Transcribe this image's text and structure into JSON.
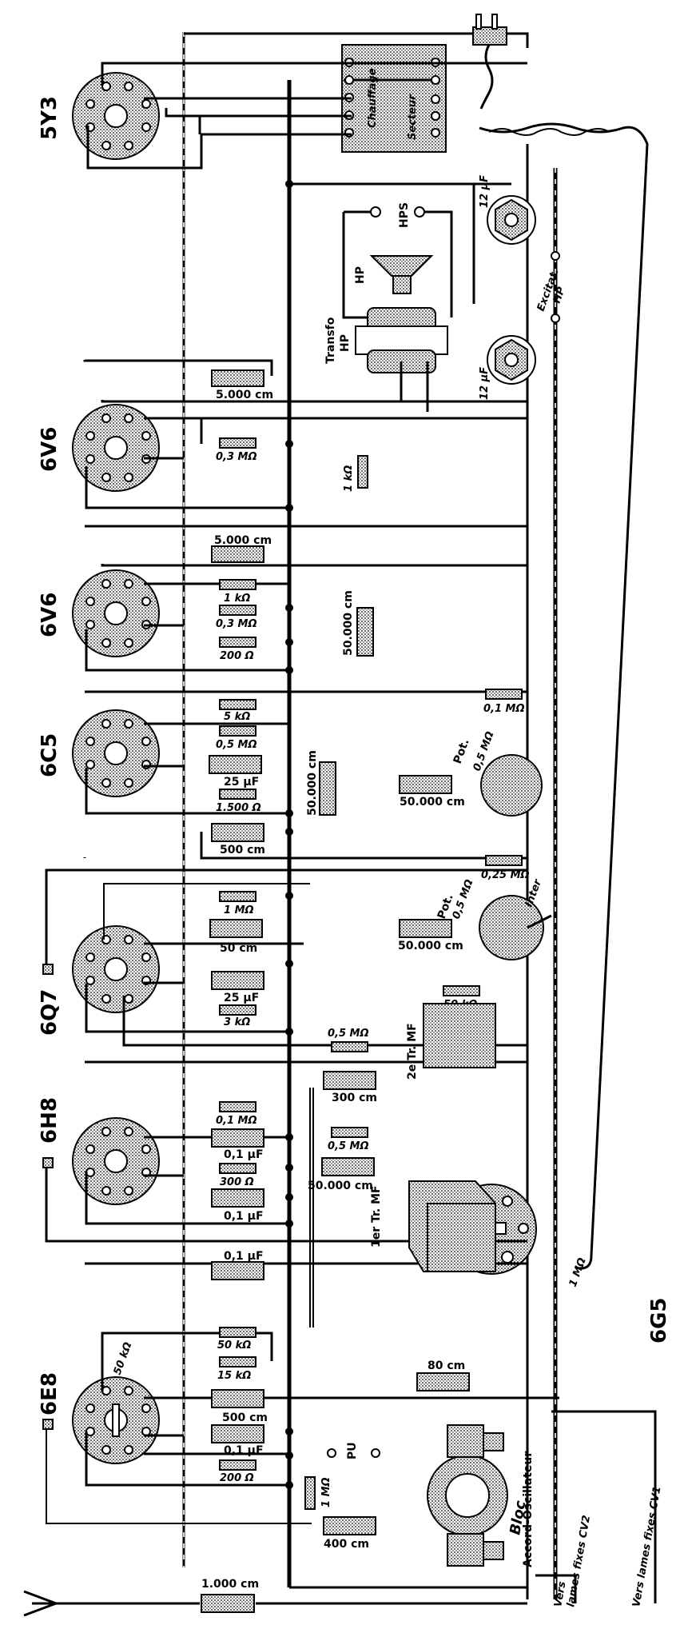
{
  "diagram": {
    "title": "Radio receiver wiring schematic (rotated)",
    "tubes": [
      {
        "id": "5Y3",
        "label": "5Y3"
      },
      {
        "id": "6V6a",
        "label": "6V6"
      },
      {
        "id": "6V6b",
        "label": "6V6"
      },
      {
        "id": "6C5",
        "label": "6C5"
      },
      {
        "id": "6Q7",
        "label": "6Q7"
      },
      {
        "id": "6H8",
        "label": "6H8"
      },
      {
        "id": "6E8",
        "label": "6E8"
      },
      {
        "id": "6G5",
        "label": "6G5"
      }
    ],
    "components": {
      "c_5000_a": "5.000 cm",
      "r_03M_a": "0,3 MΩ",
      "r_1k_a": "1 kΩ",
      "c_5000_b": "5.000 cm",
      "r_1k_b": "1 kΩ",
      "r_03M_b": "0,3 MΩ",
      "r_200_a": "200 Ω",
      "c_50000_a": "50.000 cm",
      "r_5k": "5 kΩ",
      "r_05M_a": "0,5 MΩ",
      "c_25uF_a": "25 µF",
      "r_1500": "1.500 Ω",
      "c_500_a": "500 cm",
      "c_50000_b": "50.000 cm",
      "r_01M_a": "0,1 MΩ",
      "pot_a": "Pot.",
      "pot_a_val": "0,5 MΩ",
      "r_1M_a": "1 MΩ",
      "c_50": "50 cm",
      "c_25uF_b": "25 µF",
      "r_3k": "3 kΩ",
      "c_50000_c": "50.000 cm",
      "r_025M": "0,25 MΩ",
      "pot_b": "Pot.",
      "pot_b_val": "0,5 MΩ",
      "inter": "Inter",
      "r_50k_a": "50 kΩ",
      "r_05M_b": "0,5 MΩ",
      "c_300": "300 cm",
      "r_01M_b": "0,1 MΩ",
      "c_01uF_a": "0,1 µF",
      "r_300": "300 Ω",
      "c_01uF_b": "0,1 µF",
      "r_05M_c": "0,5 MΩ",
      "c_50000_d": "50.000 cm",
      "c_01uF_c": "0,1 µF",
      "r_50k_b": "50 kΩ",
      "r_15k": "15 kΩ",
      "c_500_b": "500 cm",
      "c_01uF_d": "0,1 µF",
      "r_200_b": "200 Ω",
      "r_50k_osc": "50 kΩ",
      "r_1M_b": "1 MΩ",
      "c_400": "400 cm",
      "c_80": "80 cm",
      "c_1000": "1.000 cm",
      "r_1M_6g5": "1 MΩ",
      "cap_12uF_a": "12 µF",
      "cap_12uF_b": "12 µF"
    },
    "blocks": {
      "tr_mf_1": "1er Tr. MF",
      "tr_mf_2": "2e Tr. MF",
      "transfo_hp_1": "Transfo",
      "transfo_hp_2": "HP",
      "hp": "HP",
      "hps": "HPS",
      "excitation_1": "Excitat.",
      "excitation_2": "HP",
      "pu": "PU",
      "bloc_1": "Bloc",
      "bloc_2": "Accord-Oscillateur",
      "cv2_1": "Vers",
      "cv2_2": "lames fixes CV2",
      "cv1": "Vers lames fixes CV1",
      "mains_transformer_primary": "Secteur",
      "mains_transformer_secondary": "Chauffage"
    }
  }
}
